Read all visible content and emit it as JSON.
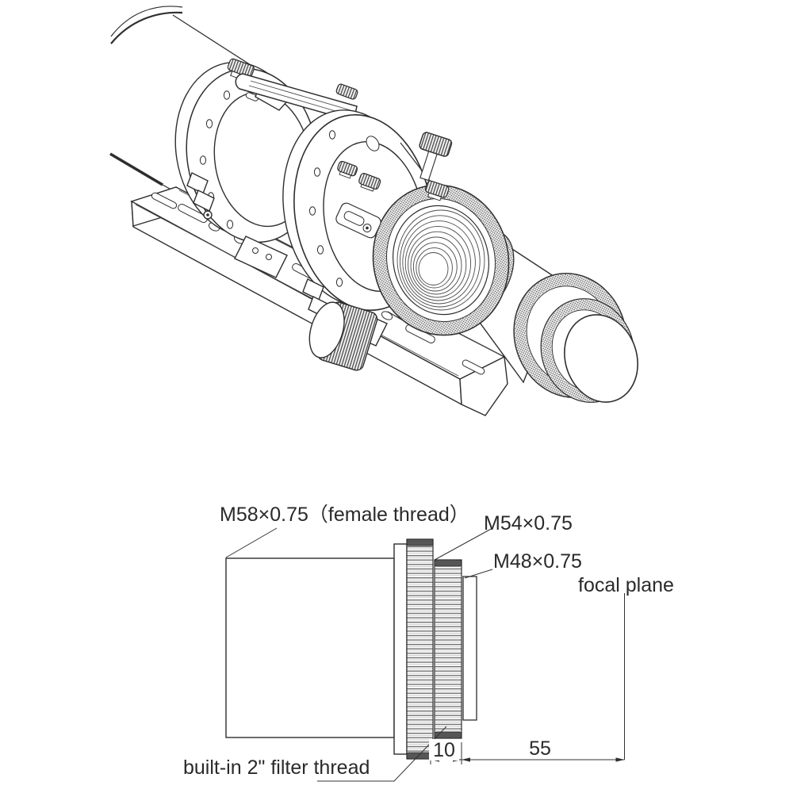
{
  "figure": {
    "background": "#ffffff",
    "line_color": "#2e2e2e",
    "knurl_color": "#4f4f4f"
  },
  "diagram": {
    "labels": {
      "female_thread": "M58×0.75（female thread）",
      "m54": "M54×0.75",
      "m48": "M48×0.75",
      "focal_plane": "focal plane",
      "filter_thread": "built-in 2\" filter thread"
    },
    "dims": {
      "thread_length": "10",
      "backfocus": "55"
    }
  }
}
